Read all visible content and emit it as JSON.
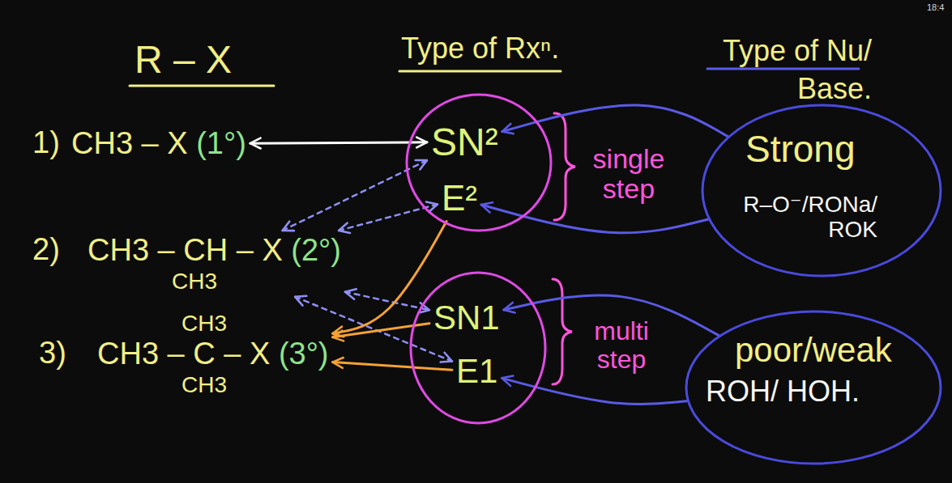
{
  "diagram": {
    "nodes": [
      {
        "text": [
          "CH3 – X (1°)"
        ]
      },
      {
        "text": [
          "CH3 – CH – X (2°)",
          "CH3"
        ]
      },
      {
        "text": [
          "CH3",
          "CH3 – C – X (3°)",
          "CH3"
        ]
      },
      {
        "text": [
          "single step"
        ]
      },
      {
        "text": [
          "SN²"
        ],
        "in": 3
      },
      {
        "text": [
          "E²"
        ],
        "in": 3
      },
      {
        "text": [
          "multi step"
        ]
      },
      {
        "text": [
          "SN1"
        ],
        "in": 6
      },
      {
        "text": [
          "E1"
        ],
        "in": 6
      },
      {
        "text": [
          "Strong",
          "R–O⁻/RONa/ ROK"
        ]
      },
      {
        "text": [
          "poor/weak",
          "ROH/ HOH."
        ]
      }
    ],
    "edges": [
      {
        "from": 0,
        "to": 4,
        "arrow": "both"
      },
      {
        "from": 1,
        "to": 4,
        "arrow": "both"
      },
      {
        "from": 1,
        "to": 5,
        "arrow": "both"
      },
      {
        "from": 1,
        "to": 7,
        "arrow": "both"
      },
      {
        "from": 1,
        "to": 8,
        "arrow": "both"
      },
      {
        "from": 5,
        "to": 2,
        "arrow": "to"
      },
      {
        "from": 7,
        "to": 2,
        "arrow": "to"
      },
      {
        "from": 8,
        "to": 2,
        "arrow": "to"
      },
      {
        "from": 9,
        "to": 4,
        "arrow": "to"
      },
      {
        "from": 9,
        "to": 5,
        "arrow": "to"
      },
      {
        "from": 10,
        "to": 7,
        "arrow": "to"
      },
      {
        "from": 10,
        "to": 8,
        "arrow": "to"
      }
    ],
    "labels": [
      "R – X",
      "Type of Rxⁿ.",
      "Type of Nu/ Base.",
      "1)",
      "2)",
      "3)",
      "18:4"
    ]
  }
}
